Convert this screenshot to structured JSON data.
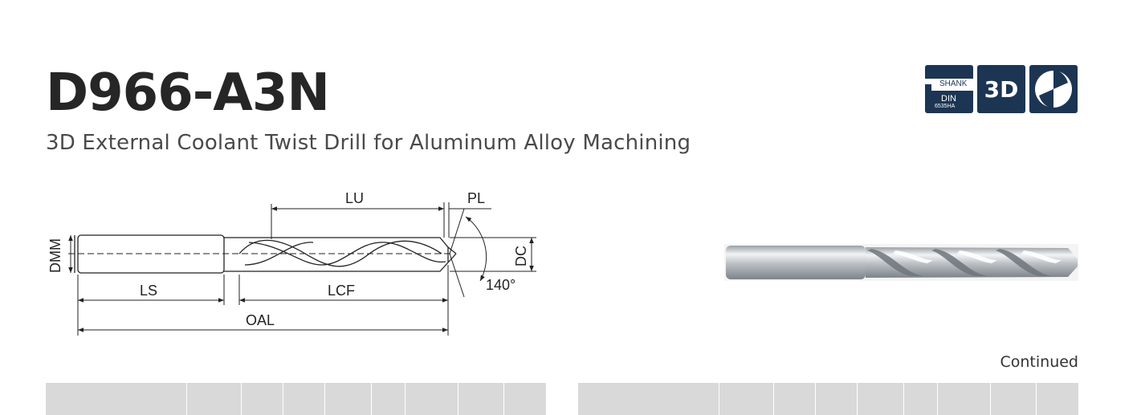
{
  "product": {
    "code": "D966-A3N",
    "subtitle": "3D External Coolant Twist Drill for Aluminum Alloy Machining"
  },
  "badges": {
    "shank_label": "SHANK",
    "din_label": "DIN",
    "din_standard": "6535HA",
    "depth_label": "3D",
    "icons": [
      "shank-din-icon",
      "3d-depth-icon",
      "flute-profile-icon"
    ]
  },
  "drawing": {
    "labels": {
      "lu": "LU",
      "pl": "PL",
      "dmm": "DMM",
      "dc": "DC",
      "ls": "LS",
      "lcf": "LCF",
      "oal": "OAL",
      "point_angle": "140°"
    }
  },
  "continued_label": "Continued",
  "colors": {
    "badge_bg": "#1c3553",
    "title": "#262626",
    "table_header": "#d9d9d9"
  }
}
